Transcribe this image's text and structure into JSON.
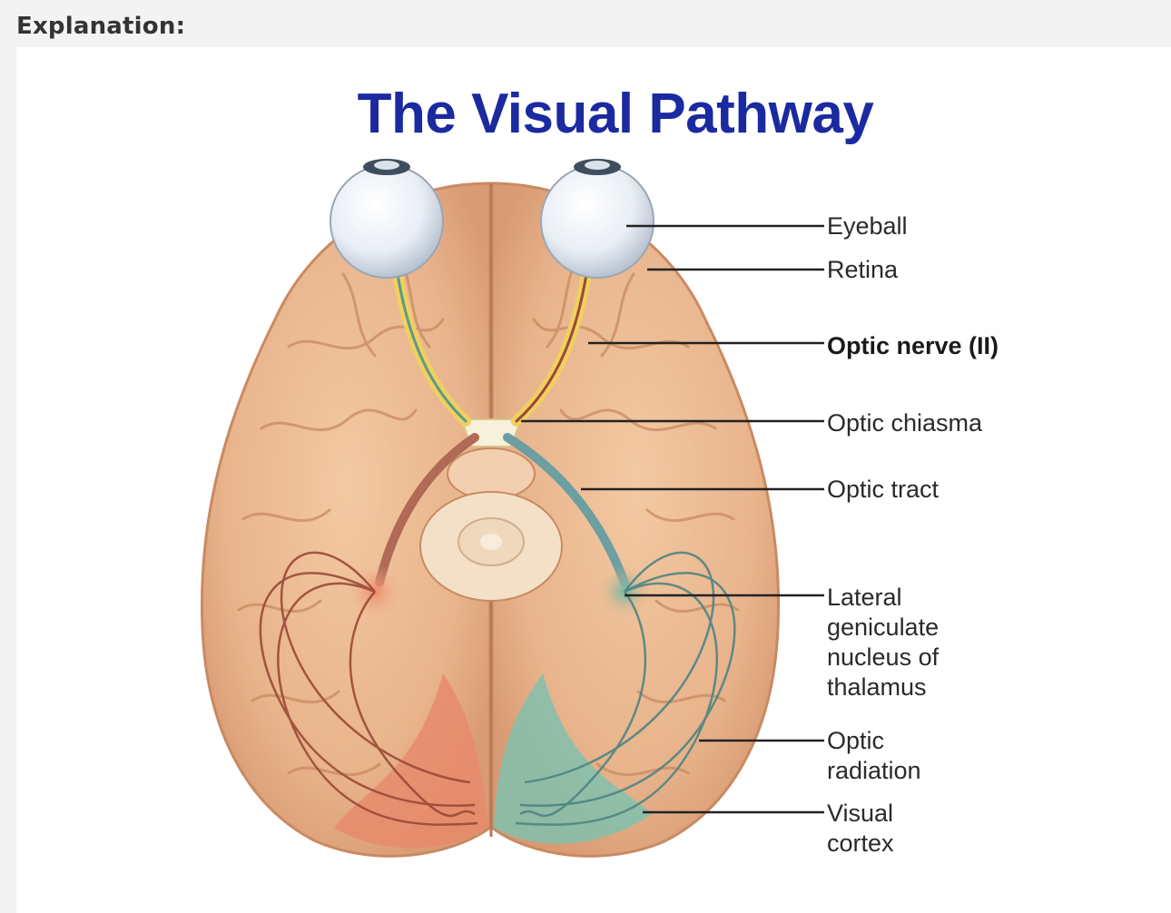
{
  "header": {
    "title": "Explanation:"
  },
  "figure": {
    "title": "The Visual Pathway",
    "labels": {
      "eyeball": "Eyeball",
      "retina": "Retina",
      "optic_nerve": "Optic nerve (II)",
      "optic_chiasma": "Optic chiasma",
      "optic_tract": "Optic tract",
      "lgn_line1": "Lateral",
      "lgn_line2": "geniculate",
      "lgn_line3": "nucleus of",
      "lgn_line4": "thalamus",
      "radiation_line1": "Optic",
      "radiation_line2": "radiation",
      "cortex_line1": "Visual",
      "cortex_line2": "cortex"
    },
    "colors": {
      "title": "#1b2aa0",
      "brain": "#e8b48c",
      "left_pathway": "#9a4a38",
      "right_pathway": "#4e8583",
      "optic_nerve": "#f0d060"
    }
  }
}
